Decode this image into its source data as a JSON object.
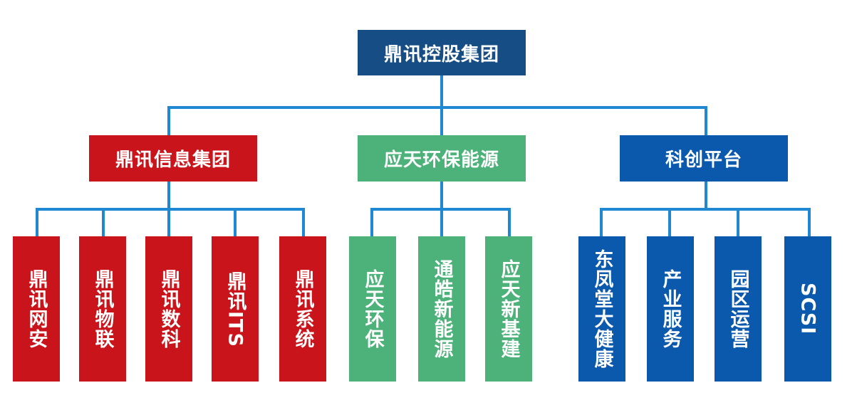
{
  "root": {
    "label": "鼎讯控股集团",
    "color": "#154d84"
  },
  "groups": [
    {
      "label": "鼎讯信息集团",
      "color": "#c8141a",
      "children": [
        "鼎讯网安",
        "鼎讯物联",
        "鼎讯数科",
        "鼎讯ITS",
        "鼎讯系统"
      ]
    },
    {
      "label": "应天环保能源",
      "color": "#4cb27a",
      "children": [
        "应天环保",
        "通皓新能源",
        "应天新基建"
      ]
    },
    {
      "label": "科创平台",
      "color": "#0a59ad",
      "children": [
        "东凤堂大健康",
        "产业服务",
        "园区运营",
        "SCSI"
      ]
    }
  ],
  "connector_color": "#1e88d3"
}
